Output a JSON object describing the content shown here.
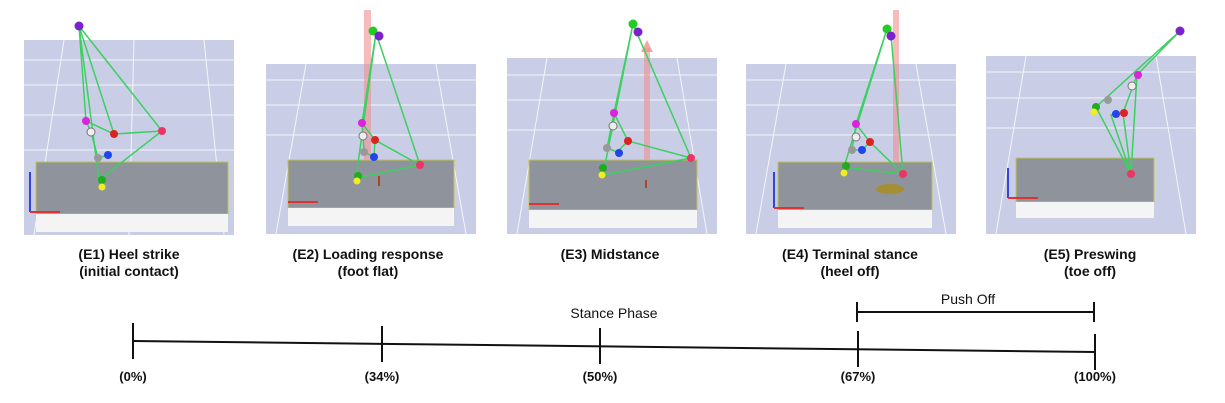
{
  "panels": [
    {
      "line1": "(E1) Heel strike",
      "line2": "(initial contact)"
    },
    {
      "line1": "(E2) Loading response",
      "line2": "(foot flat)"
    },
    {
      "line1": "(E3) Midstance",
      "line2": ""
    },
    {
      "line1": "(E4) Terminal stance",
      "line2": "(heel off)"
    },
    {
      "line1": "(E5) Preswing",
      "line2": "(toe off)"
    }
  ],
  "timeline": {
    "stance_label": "Stance Phase",
    "push_off_label": "Push Off",
    "ticks": [
      "(0%)",
      "(34%)",
      "(50%)",
      "(67%)",
      "(100%)"
    ]
  },
  "colors": {
    "scene_bg": "#c9cde6",
    "plate_top": "#8e939c",
    "plate_side": "#f4f4f4",
    "skeleton": "#3cd060",
    "force_vector": "#f09090"
  }
}
